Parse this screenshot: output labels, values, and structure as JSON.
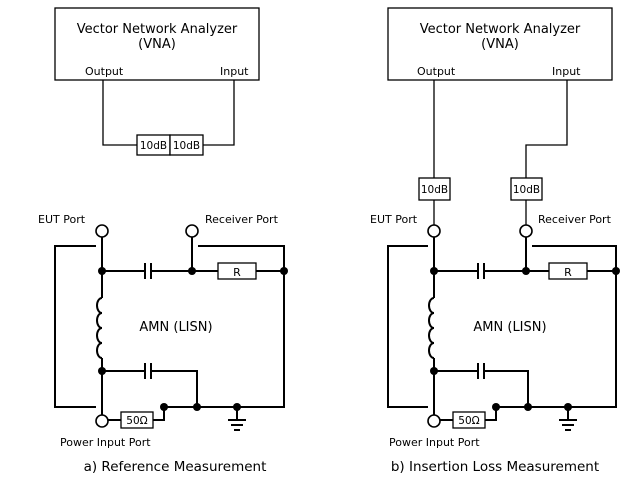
{
  "vna": {
    "title": "Vector Network Analyzer",
    "abbr": "(VNA)",
    "output": "Output",
    "input": "Input"
  },
  "attenuator": "10dB",
  "resistor": "R",
  "impedance": "50Ω",
  "amn": "AMN (LISN)",
  "ports": {
    "eut": "EUT Port",
    "receiver": "Receiver Port",
    "power": "Power Input Port"
  },
  "captions": {
    "a": "a) Reference Measurement",
    "b": "b) Insertion Loss Measurement"
  }
}
